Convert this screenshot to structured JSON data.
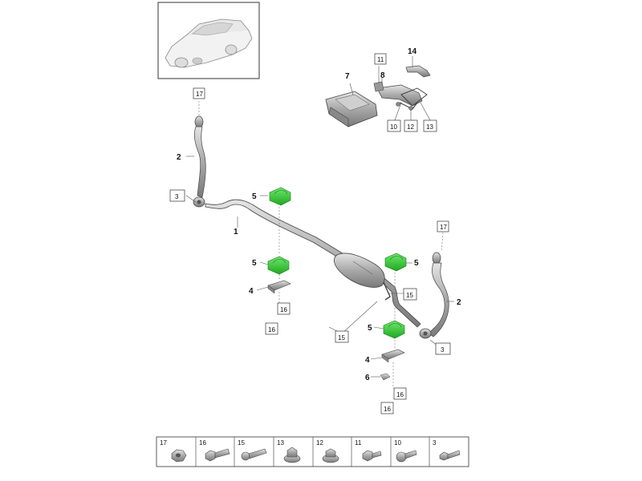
{
  "diagram": {
    "callouts": {
      "c1": "1",
      "c2a": "2",
      "c2b": "2",
      "c3a": "3",
      "c3b": "3",
      "c4a": "4",
      "c4b": "4",
      "c5a": "5",
      "c5b": "5",
      "c5c": "5",
      "c5d": "5",
      "c6": "6",
      "c7": "7",
      "c8": "8",
      "c10": "10",
      "c11": "11",
      "c12": "12",
      "c13": "13",
      "c14": "14",
      "c15a": "15",
      "c15b": "15",
      "c16a": "16",
      "c16b": "16",
      "c16c": "16",
      "c16d": "16",
      "c17a": "17",
      "c17b": "17"
    },
    "fastener_table": [
      {
        "number": "17",
        "icon": "hex-nut-icon"
      },
      {
        "number": "16",
        "icon": "hex-bolt-icon"
      },
      {
        "number": "15",
        "icon": "flange-bolt-icon"
      },
      {
        "number": "13",
        "icon": "flange-nut-icon"
      },
      {
        "number": "12",
        "icon": "flange-nut-icon"
      },
      {
        "number": "11",
        "icon": "short-bolt-icon"
      },
      {
        "number": "10",
        "icon": "washer-bolt-icon"
      },
      {
        "number": "3",
        "icon": "bolt-icon"
      }
    ],
    "colors": {
      "bushing_green": "#33cc33",
      "metal_gray": "#b0b0b0",
      "outline": "#444444"
    }
  }
}
